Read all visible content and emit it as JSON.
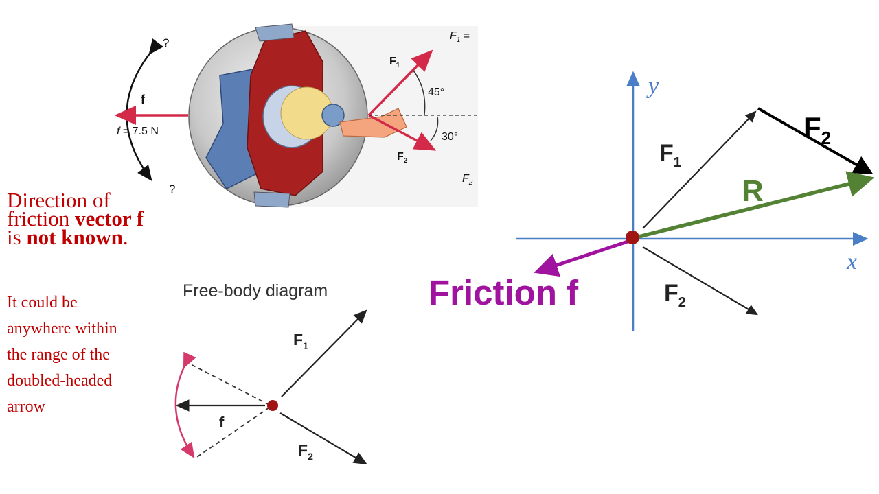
{
  "slide": {
    "notes": {
      "line1": "Direction of",
      "line2_a": "friction ",
      "line2_b": "vector f",
      "line3_a": "is ",
      "line3_b": "not known",
      "line3_c": ".",
      "sub_lines": [
        "It could be",
        "anywhere within",
        "the range of the",
        "doubled-headed",
        "arrow"
      ]
    },
    "photo": {
      "question_top": "?",
      "question_bottom": "?",
      "f_label": "f",
      "f_value_f": "f",
      "f_value_rest": " = 7.5  N",
      "F1": "F",
      "F1_sub": "1",
      "F2": "F",
      "F2_sub": "2",
      "angle1": "45°",
      "angle2": "30°",
      "eq_F1": "F",
      "eq_F1_sub": "1",
      "eq_F1_tail": " =",
      "eq_F2": "F",
      "eq_F2_sub": "2"
    },
    "fbd": {
      "title": "Free-body diagram",
      "F1": "F",
      "F1_sub": "1",
      "F2": "F",
      "F2_sub": "2",
      "f": "f"
    },
    "vector_diagram": {
      "y_axis": "y",
      "x_axis": "x",
      "F1": "F",
      "F1_sub": "1",
      "F2_faint": "F",
      "F2_faint_sub": "2",
      "F2_bold": "F",
      "F2_bold_sub": "2",
      "R": "R",
      "friction": "Friction f"
    },
    "colors": {
      "dark_red": "#c00000",
      "axis_blue": "#4a7ec6",
      "resultant_green": "#548235",
      "friction_magenta": "#a0139f",
      "force_red": "#d42a4a",
      "dot_red": "#a01414"
    }
  }
}
